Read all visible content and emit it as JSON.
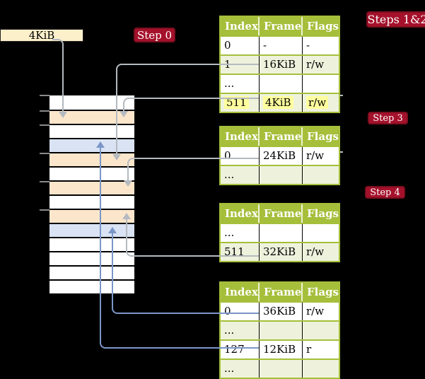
{
  "palette": {
    "green": "#a5bf3b",
    "green-light": "#eef2dc",
    "yellow-hl": "#ffff9e",
    "peach": "#fce6cb",
    "blue-page": "#d9e3f3",
    "cream": "#fcf0cb",
    "red": "#a5112b",
    "red-border": "#7d0e20",
    "arrow-gray": "#b4bac0",
    "arrow-blue": "#7b96c8",
    "tick-gray": "#8a8a8a"
  },
  "cr3_box": {
    "label": "4KiB"
  },
  "step_labels": {
    "step0": "Step 0",
    "steps12": "Steps 1&2",
    "step3": "Step 3",
    "step4": "Step 4"
  },
  "memory": {
    "frames": [
      {
        "type": "free"
      },
      {
        "type": "page_table"
      },
      {
        "type": "free"
      },
      {
        "type": "mapped_page"
      },
      {
        "type": "page_table"
      },
      {
        "type": "free"
      },
      {
        "type": "page_table"
      },
      {
        "type": "free"
      },
      {
        "type": "page_table"
      },
      {
        "type": "mapped_page"
      },
      {
        "type": "free"
      },
      {
        "type": "free"
      },
      {
        "type": "free"
      },
      {
        "type": "free"
      }
    ]
  },
  "tables": [
    {
      "name": "level-4-page-table",
      "headers": [
        "Index",
        "Frame",
        "Flags"
      ],
      "rows": [
        {
          "cells": [
            "0",
            "-",
            "-"
          ],
          "shade": false,
          "highlight": false
        },
        {
          "cells": [
            "1",
            "16KiB",
            "r/w"
          ],
          "shade": true,
          "highlight": false
        },
        {
          "cells": [
            "...",
            "",
            ""
          ],
          "shade": false,
          "highlight": false
        },
        {
          "cells": [
            "511",
            "4KiB",
            "r/w"
          ],
          "shade": true,
          "highlight": true
        }
      ]
    },
    {
      "name": "level-3-page-table",
      "headers": [
        "Index",
        "Frame",
        "Flags"
      ],
      "rows": [
        {
          "cells": [
            "0",
            "24KiB",
            "r/w"
          ],
          "shade": false,
          "highlight": false
        },
        {
          "cells": [
            "...",
            "",
            ""
          ],
          "shade": true,
          "highlight": false
        }
      ]
    },
    {
      "name": "level-2-page-table",
      "headers": [
        "Index",
        "Frame",
        "Flags"
      ],
      "rows": [
        {
          "cells": [
            "...",
            "",
            ""
          ],
          "shade": false,
          "highlight": false
        },
        {
          "cells": [
            "511",
            "32KiB",
            "r/w"
          ],
          "shade": true,
          "highlight": false
        }
      ]
    },
    {
      "name": "level-1-page-table",
      "headers": [
        "Index",
        "Frame",
        "Flags"
      ],
      "rows": [
        {
          "cells": [
            "0",
            "36KiB",
            "r/w"
          ],
          "shade": false,
          "highlight": false
        },
        {
          "cells": [
            "...",
            "",
            ""
          ],
          "shade": true,
          "highlight": false
        },
        {
          "cells": [
            "127",
            "12KiB",
            "r"
          ],
          "shade": false,
          "highlight": false
        },
        {
          "cells": [
            "...",
            "",
            ""
          ],
          "shade": true,
          "highlight": false
        }
      ]
    }
  ]
}
